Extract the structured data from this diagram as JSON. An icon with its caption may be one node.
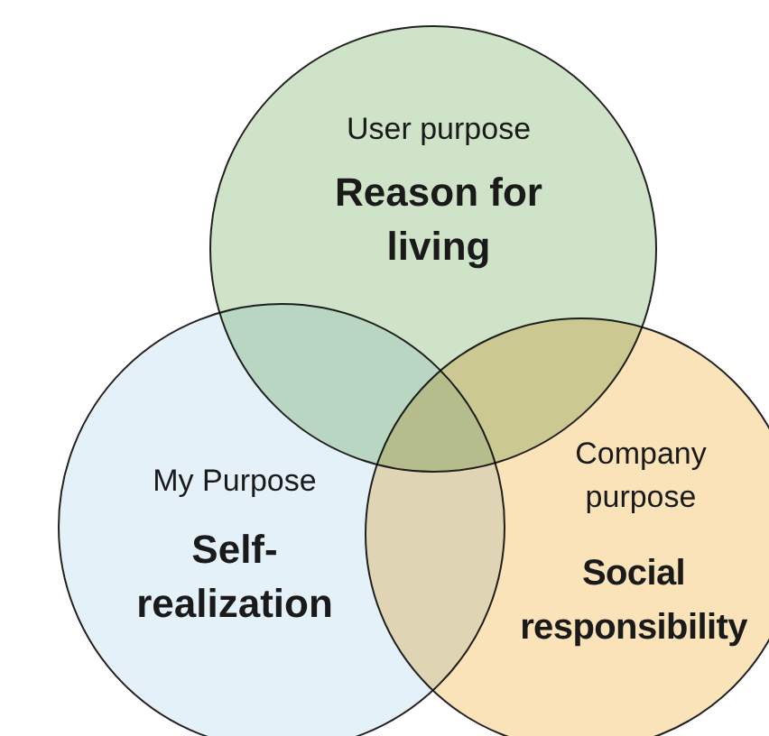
{
  "diagram": {
    "nodes": [
      {
        "text": [
          "User purpose",
          "Reason for living"
        ]
      },
      {
        "text": [
          "My Purpose",
          "Self-realization"
        ]
      },
      {
        "text": [
          "Company purpose",
          "Social responsibility"
        ]
      }
    ]
  }
}
